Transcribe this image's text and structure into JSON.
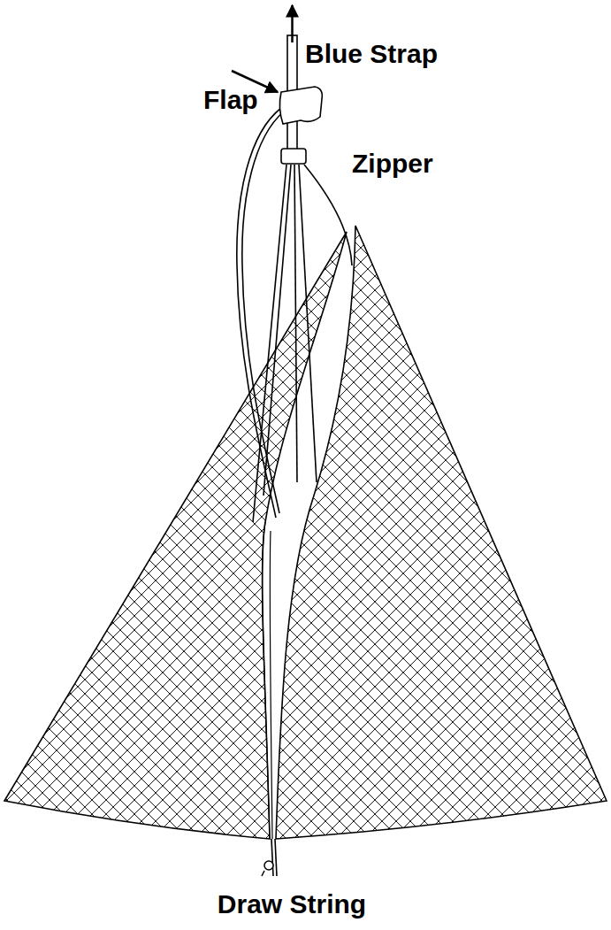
{
  "diagram": {
    "labels": [
      "Blue Strap",
      "Flap",
      "Zipper",
      "Draw String"
    ]
  }
}
